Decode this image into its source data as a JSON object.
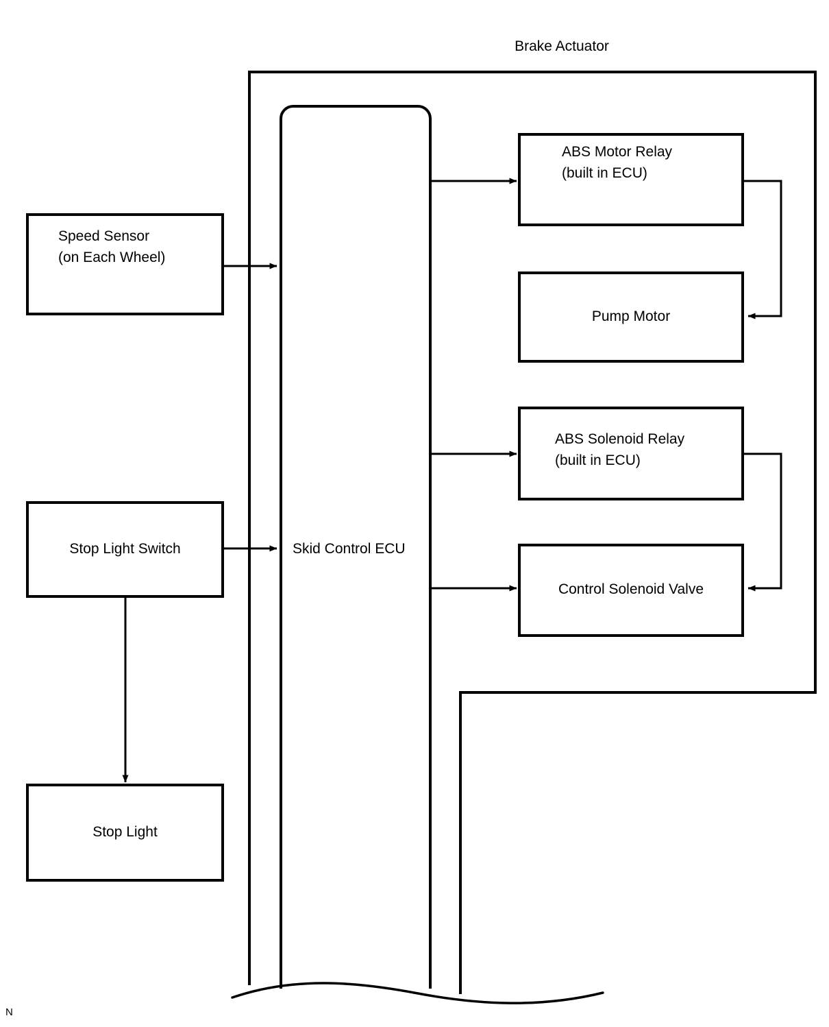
{
  "diagram": {
    "title": "Brake Actuator",
    "corner_mark": "N",
    "type": "block-diagram",
    "subject": "ABS brake actuator / skid control ECU signal flow"
  },
  "boundary": {
    "name": "Brake Actuator",
    "label": "Brake Actuator"
  },
  "nodes": {
    "speed_sensor": {
      "line1": "Speed Sensor",
      "line2": "(on Each Wheel)"
    },
    "stop_light_switch": {
      "label": "Stop Light Switch"
    },
    "stop_light": {
      "label": "Stop Light"
    },
    "skid_control_ecu": {
      "label": "Skid Control ECU"
    },
    "abs_motor_relay": {
      "line1": "ABS Motor Relay",
      "line2": "(built in ECU)"
    },
    "pump_motor": {
      "label": "Pump Motor"
    },
    "abs_solenoid_relay": {
      "line1": "ABS Solenoid Relay",
      "line2": "(built in ECU)"
    },
    "control_solenoid_valve": {
      "label": "Control Solenoid Valve"
    }
  },
  "connections": [
    {
      "from": "speed_sensor",
      "to": "skid_control_ecu",
      "arrow": "single"
    },
    {
      "from": "stop_light_switch",
      "to": "skid_control_ecu",
      "arrow": "single"
    },
    {
      "from": "stop_light_switch",
      "to": "stop_light",
      "arrow": "single"
    },
    {
      "from": "skid_control_ecu",
      "to": "abs_motor_relay",
      "arrow": "single"
    },
    {
      "from": "abs_motor_relay",
      "to": "pump_motor",
      "arrow": "single"
    },
    {
      "from": "skid_control_ecu",
      "to": "abs_solenoid_relay",
      "arrow": "single"
    },
    {
      "from": "abs_solenoid_relay",
      "to": "control_solenoid_valve",
      "arrow": "single"
    }
  ],
  "colors": {
    "line": "#000000",
    "text": "#000000",
    "background": "#ffffff"
  }
}
